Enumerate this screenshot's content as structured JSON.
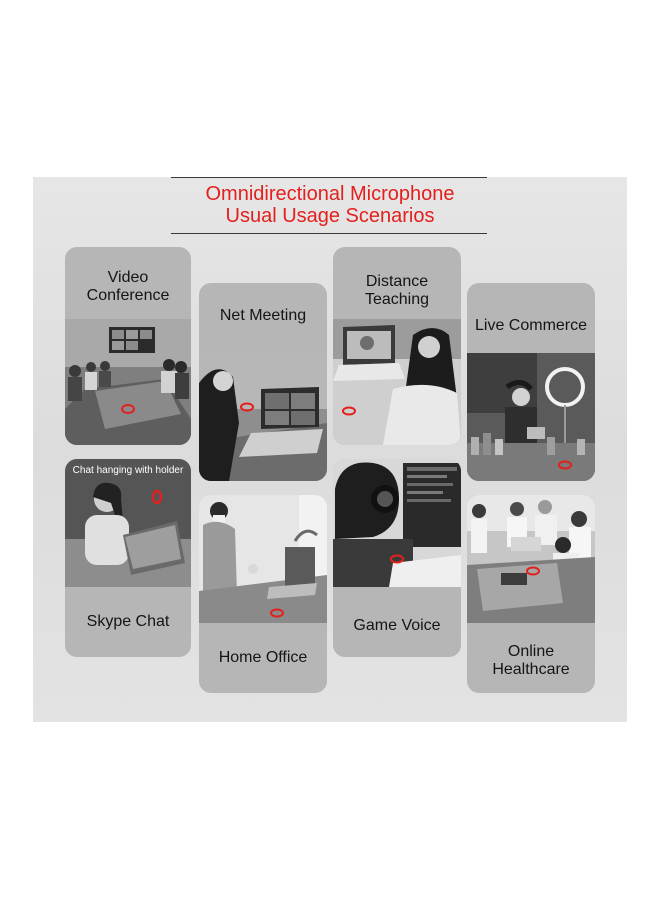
{
  "header": {
    "line1": "Omnidirectional Microphone",
    "line2": "Usual Usage Scenarios"
  },
  "colors": {
    "accent": "#e4201e",
    "card": "#b6b6b6",
    "panel": "#e0e0e0"
  },
  "scenarios": [
    {
      "label_1": "Video",
      "label_2": "Conference"
    },
    {
      "label_1": "Net Meeting"
    },
    {
      "label_1": "Distance",
      "label_2": "Teaching"
    },
    {
      "label_1": "Live Commerce"
    },
    {
      "label_1": "Skype Chat",
      "caption": "Chat hanging with holder"
    },
    {
      "label_1": "Home Office"
    },
    {
      "label_1": "Game Voice"
    },
    {
      "label_1": "Online",
      "label_2": "Healthcare"
    }
  ],
  "icons": {
    "microphone_marker": "red-ring-icon"
  }
}
